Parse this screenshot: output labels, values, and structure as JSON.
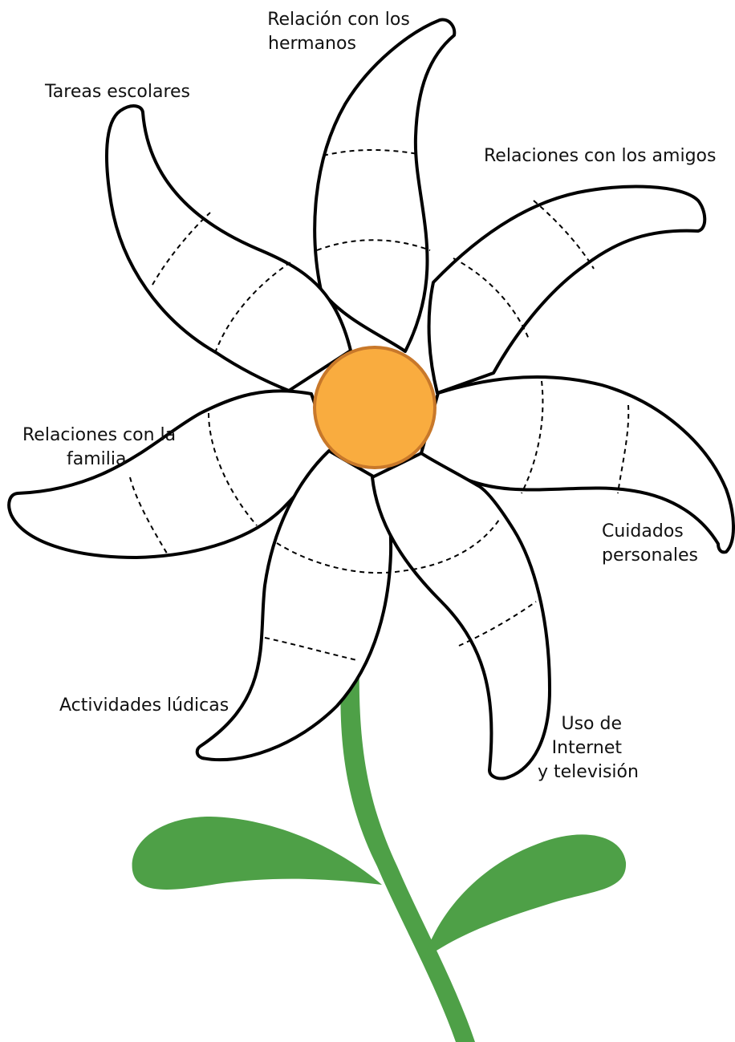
{
  "labels": {
    "hermanos": [
      "Relación con los",
      "hermanos"
    ],
    "escolares": [
      "Tareas escolares"
    ],
    "amigos": [
      "Relaciones con los amigos"
    ],
    "familia": [
      "Relaciones con la",
      "familia"
    ],
    "cuidados": [
      "Cuidados",
      "personales"
    ],
    "ludicas": [
      "Actividades lúdicas"
    ],
    "internet": [
      "Uso de",
      "Internet",
      "y televisión"
    ]
  },
  "colors": {
    "petal_fill": "#ffffff",
    "outline": "#000000",
    "center_fill": "#f9ac3f",
    "center_stroke": "#c8782a",
    "stem": "#4ea047"
  }
}
